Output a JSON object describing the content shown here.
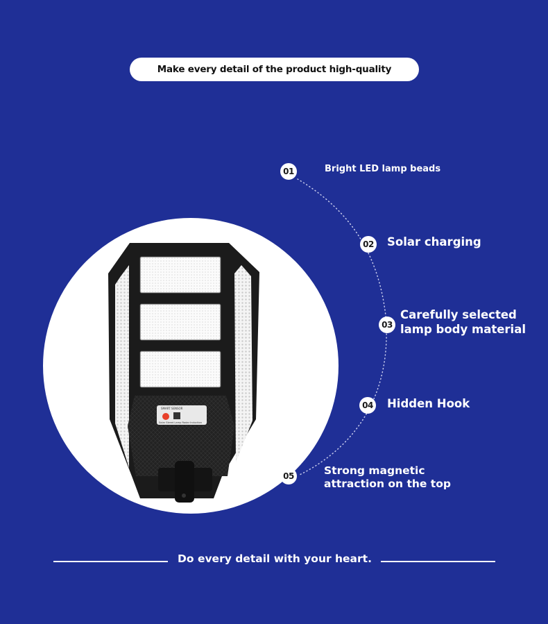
{
  "banner": {
    "text": "Make every detail of the product high-quality"
  },
  "features": [
    {
      "number": "01",
      "label": "Bright LED lamp beads"
    },
    {
      "number": "02",
      "label": "Solar charging"
    },
    {
      "number": "03",
      "label_line1": "Carefully selected",
      "label_line2": "lamp body material"
    },
    {
      "number": "04",
      "label": "Hidden Hook"
    },
    {
      "number": "05",
      "label_line1": "Strong magnetic",
      "label_line2": "attraction on the top"
    }
  ],
  "product": {
    "panel_label": "SMART SENSOR",
    "panel_caption": "Solar Street Lamp Radar Induction"
  },
  "footer": {
    "text": "Do every detail with your heart."
  },
  "colors": {
    "background": "#1f2f96",
    "accent": "#ffffff",
    "lamp_body": "#1b1b1b",
    "sensor": "#e8402a"
  }
}
